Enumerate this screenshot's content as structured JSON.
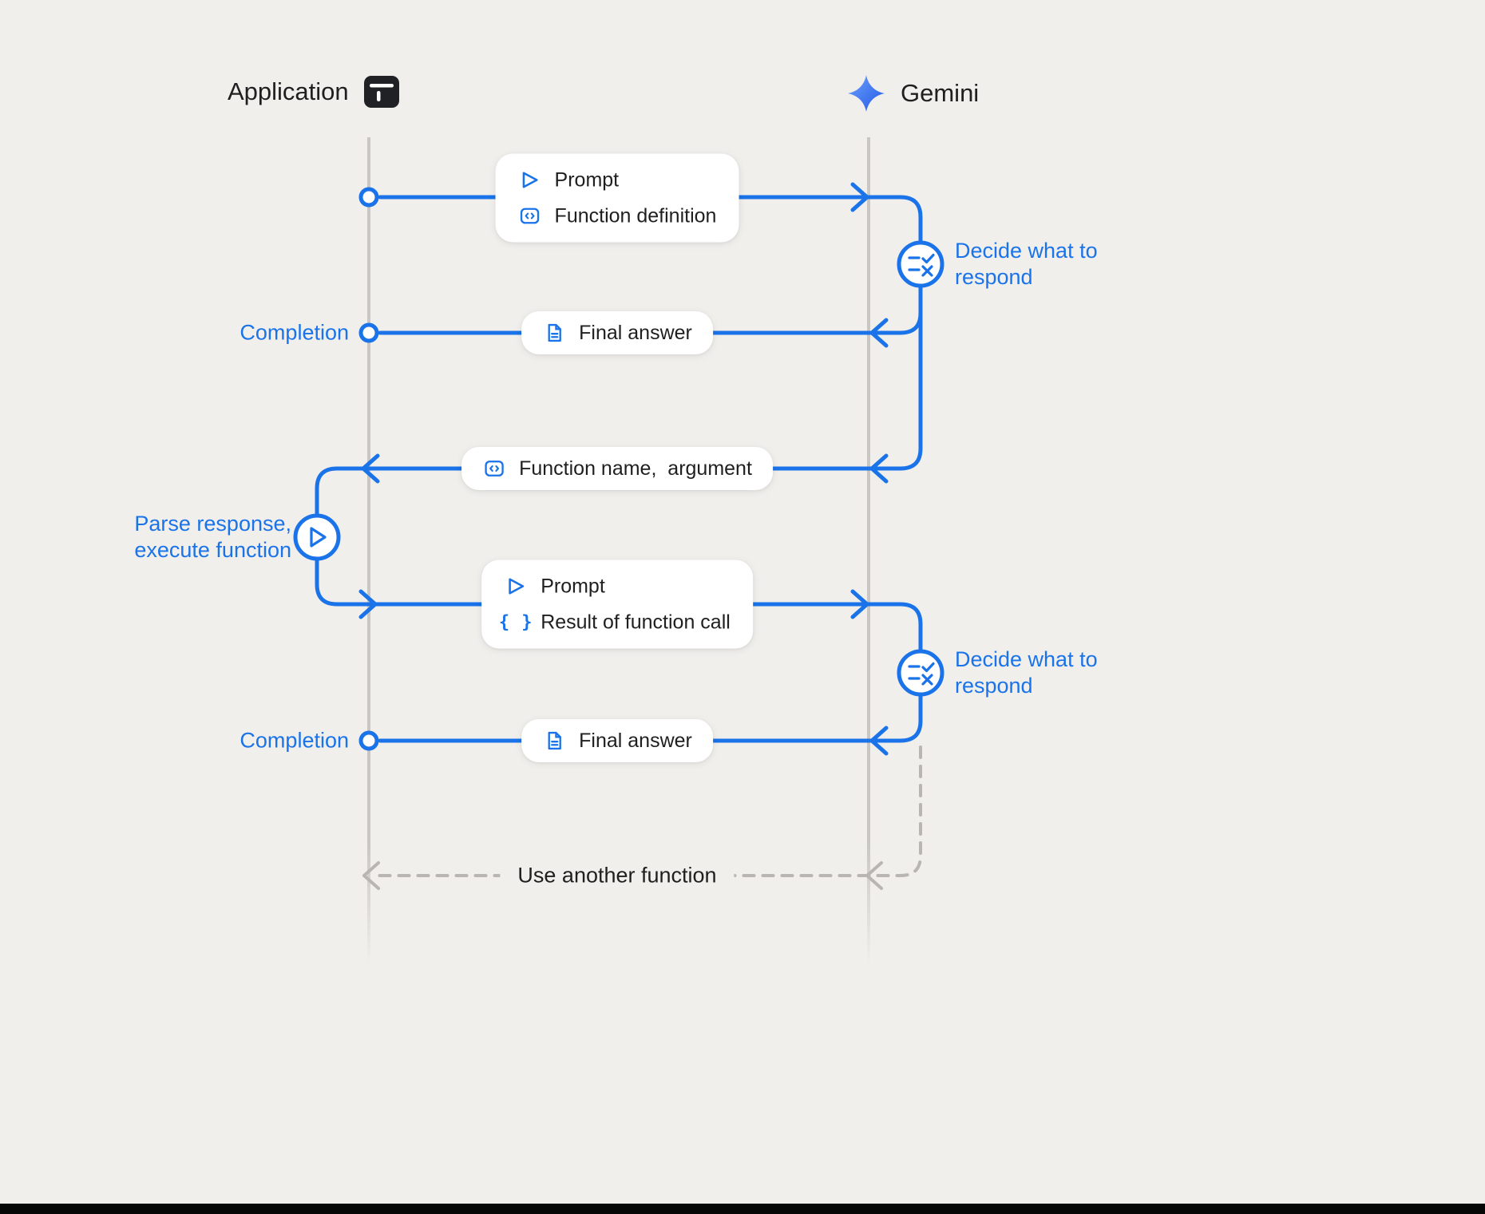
{
  "header": {
    "application_label": "Application",
    "gemini_label": "Gemini"
  },
  "boxes": {
    "prompt_function": {
      "row1_label": "Prompt",
      "row2_label": "Function definition"
    },
    "final_answer_1": {
      "label": "Final answer"
    },
    "function_name": {
      "label": "Function name,  argument"
    },
    "prompt_result": {
      "row1_label": "Prompt",
      "row2_label": "Result of function call"
    },
    "final_answer_2": {
      "label": "Final answer"
    }
  },
  "annotations": {
    "completion_1": "Completion",
    "decide_1": "Decide what to respond",
    "parse": "Parse response, execute function",
    "completion_2": "Completion",
    "decide_2": "Decide what to respond",
    "use_another_function": "Use another function"
  },
  "icons": {
    "application": "app-window-icon",
    "gemini": "gemini-spark-icon",
    "prompt": "play-triangle-icon",
    "function_definition": "code-box-icon",
    "final_answer": "document-icon",
    "result_of_function_call": "curly-braces-icon",
    "decide_node": "rule-check-x-icon",
    "parse_node": "play-triangle-icon"
  },
  "colors": {
    "accent": "#1a73e8",
    "lifeline": "#c9c6c3",
    "dashed": "#b9b6b2",
    "background": "#f1efec",
    "box_background": "#ffffff",
    "text": "#1f1f1f"
  }
}
